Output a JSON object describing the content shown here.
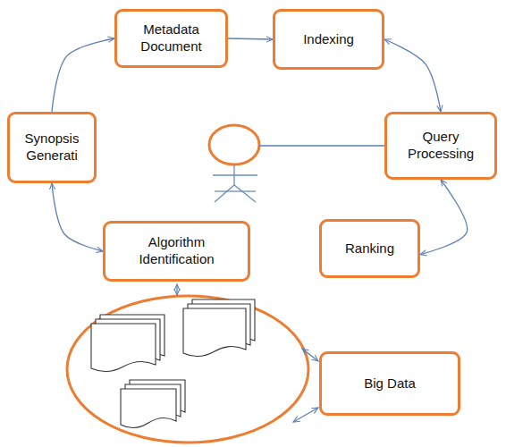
{
  "diagram": {
    "nodes": [
      {
        "text": [
          "Metadata Document"
        ]
      },
      {
        "text": [
          "Indexing"
        ]
      },
      {
        "text": [
          "Synopsis Generati"
        ]
      },
      {
        "text": [
          "Query Processing"
        ]
      },
      {
        "text": [
          "Ranking"
        ]
      },
      {
        "text": [
          "Algorithm Identification"
        ]
      },
      {
        "text": [
          "Big Data"
        ]
      }
    ],
    "edges": [
      {
        "from": 2,
        "to": 0,
        "arrow": "to"
      },
      {
        "from": 0,
        "to": 1,
        "arrow": "to"
      },
      {
        "from": 1,
        "to": 3,
        "arrow": "both"
      },
      {
        "from": 3,
        "to": 4,
        "arrow": "both"
      },
      {
        "from": 2,
        "to": 5,
        "arrow": "both"
      }
    ]
  }
}
